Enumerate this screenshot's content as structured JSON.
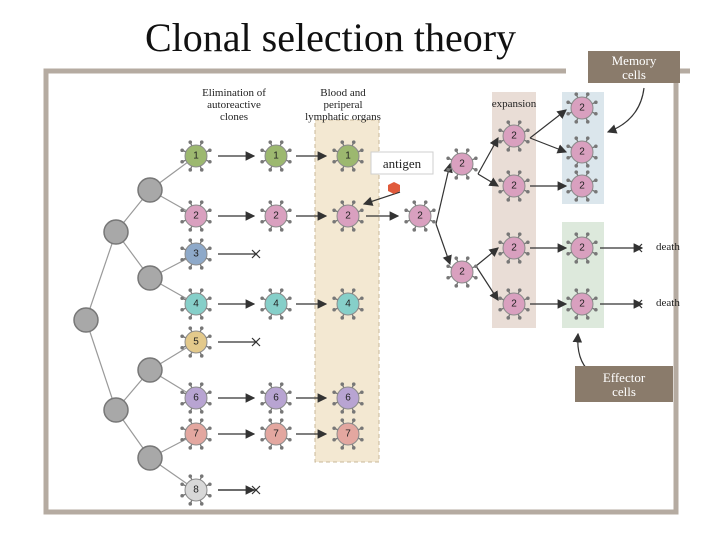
{
  "title": "Clonal selection theory",
  "captions": {
    "elimination": [
      "Elimination of",
      "autoreactive",
      "clones"
    ],
    "blood": [
      "Blood and",
      "periperal",
      "lymphatic organs"
    ],
    "expansion": "expansion",
    "antigen": "antigen",
    "memory": [
      "Memory",
      "cells"
    ],
    "effector": [
      "Effector",
      "cells"
    ],
    "death": "death"
  },
  "clone_labels": {
    "one": "1",
    "two": "2",
    "three": "3",
    "four": "4",
    "five": "5",
    "six": "6",
    "seven": "7",
    "eight": "8"
  },
  "colors": {
    "frame": "#b5aba1",
    "clone1": "#9cb86f",
    "clone2": "#d9a0bf",
    "clone3": "#8ea9c9",
    "clone4": "#86cfc9",
    "clone5": "#e3c98b",
    "clone6": "#b8a4d2",
    "clone7": "#e3a7a0",
    "clone8": "#d8d8d8",
    "stem": "#a8a8a8",
    "blood_region": "#f3e8d2",
    "expansion_band": "#e9ddd6",
    "memory_band": "#dbe6ec",
    "effector_band": "#dde9dc",
    "antigen": "#e05a3b"
  }
}
